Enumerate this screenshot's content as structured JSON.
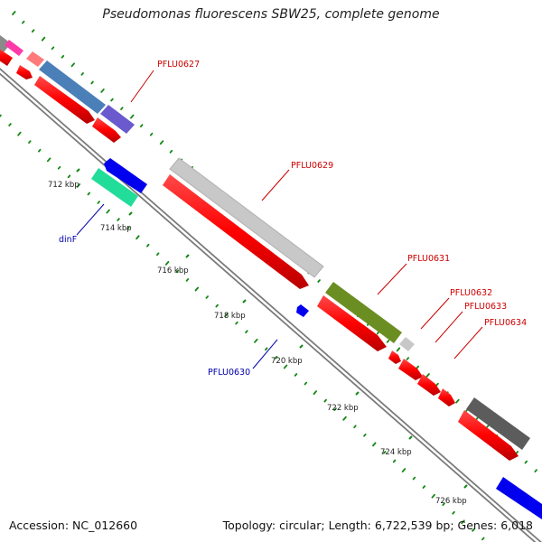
{
  "title": "Pseudomonas fluorescens SBW25, complete genome",
  "footer": {
    "accession": "Accession: NC_012660",
    "stats": "Topology: circular; Length: 6,722,539 bp; Genes: 6,018"
  },
  "colors": {
    "forward_label": "#cc0000",
    "reverse_label": "#0000aa",
    "tick": "#118811"
  },
  "scale_ticks": [
    "712 kbp",
    "714 kbp",
    "716 kbp",
    "718 kbp",
    "720 kbp",
    "722 kbp",
    "724 kbp",
    "726 kbp"
  ],
  "gene_labels": {
    "pflu0627": "PFLU0627",
    "pflu0629": "PFLU0629",
    "pflu0631": "PFLU0631",
    "pflu0632": "PFLU0632",
    "pflu0633": "PFLU0633",
    "pflu0634": "PFLU0634",
    "dinf": "dinF",
    "pflu0630": "PFLU0630"
  }
}
